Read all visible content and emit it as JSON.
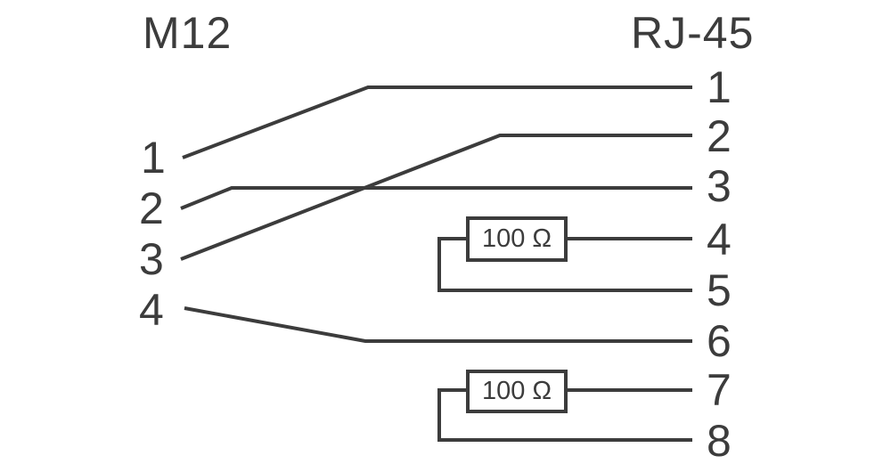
{
  "diagram": {
    "kind": "connector-pinout-wiring",
    "colors": {
      "background": "#ffffff",
      "line": "#3c3c3c",
      "text": "#3c3c3c"
    },
    "left_connector": {
      "label": "M12",
      "pins": [
        "1",
        "2",
        "3",
        "4"
      ]
    },
    "right_connector": {
      "label": "RJ-45",
      "pins": [
        "1",
        "2",
        "3",
        "4",
        "5",
        "6",
        "7",
        "8"
      ]
    },
    "connections": [
      {
        "from": "M12 pin 1",
        "to": "RJ-45 pin 1"
      },
      {
        "from": "M12 pin 2",
        "to": "RJ-45 pin 3"
      },
      {
        "from": "M12 pin 3",
        "to": "RJ-45 pin 2"
      },
      {
        "from": "M12 pin 4",
        "to": "RJ-45 pin 6"
      }
    ],
    "resistors": [
      {
        "label": "100 Ω",
        "between": [
          "RJ-45 pin 4",
          "RJ-45 pin 5"
        ]
      },
      {
        "label": "100 Ω",
        "between": [
          "RJ-45 pin 7",
          "RJ-45 pin 8"
        ]
      }
    ]
  }
}
